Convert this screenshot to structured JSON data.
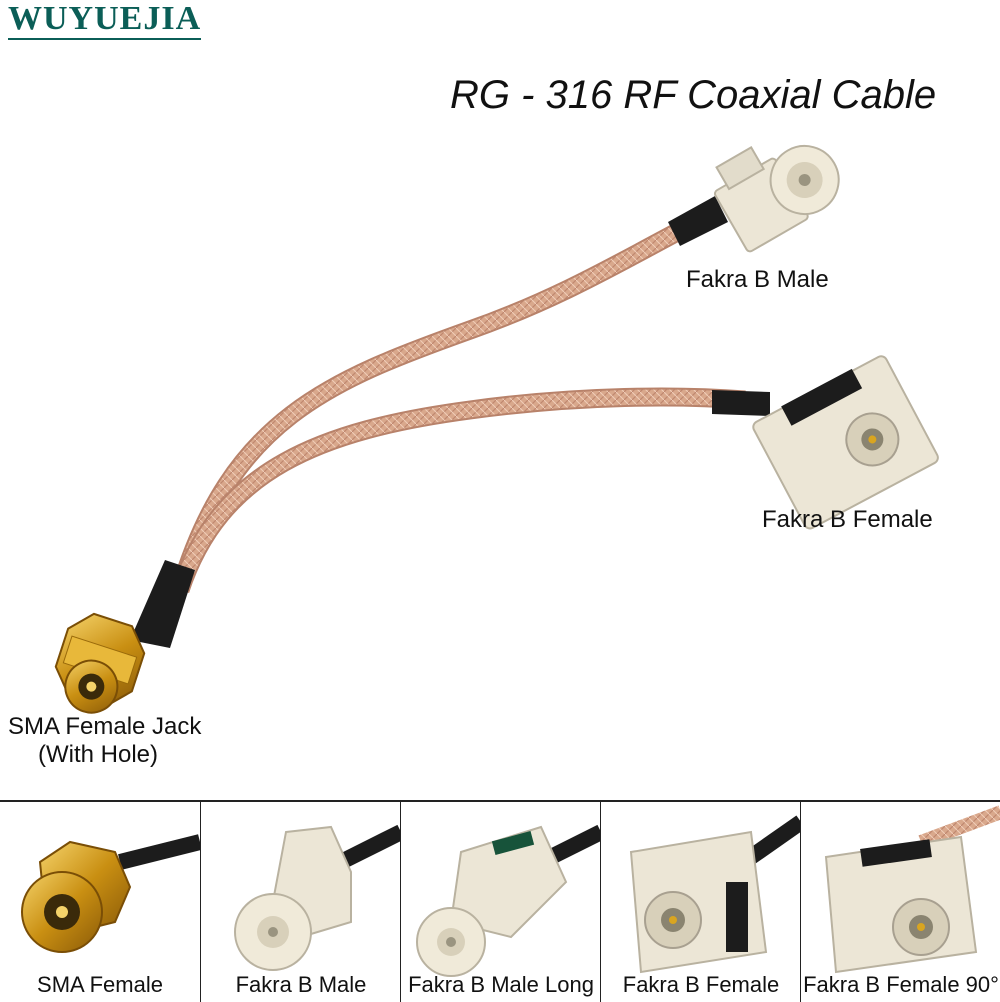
{
  "brand": "WUYUEJIA",
  "title": "RG - 316 RF Coaxial Cable",
  "main_labels": {
    "fakra_male": "Fakra B Male",
    "fakra_female": "Fakra B Female",
    "sma_line1": "SMA Female Jack",
    "sma_line2": "(With Hole)"
  },
  "strip": [
    {
      "label": "SMA Female"
    },
    {
      "label": "Fakra B Male"
    },
    {
      "label": "Fakra B Male Long"
    },
    {
      "label": "Fakra B Female"
    },
    {
      "label": "Fakra B Female 90°"
    }
  ],
  "colors": {
    "brand": "#0b5e57",
    "cable": "#d9a88c",
    "fakra_body": "#ece6d6",
    "gold": "#d9a520"
  }
}
